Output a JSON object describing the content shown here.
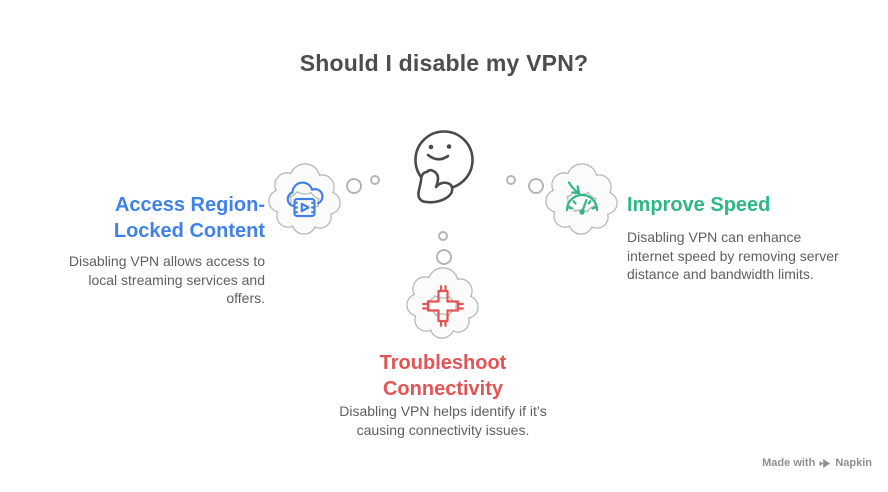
{
  "title": "Should I disable my VPN?",
  "center": {
    "icon": "thinking-face-icon"
  },
  "branches": [
    {
      "id": "access-region-locked-content",
      "heading": "Access Region-Locked Content",
      "body": "Disabling VPN allows access to local streaming services and offers.",
      "accent_color": "#4082e8",
      "icon": "cloud-video-icon"
    },
    {
      "id": "improve-speed",
      "heading": "Improve Speed",
      "body": "Disabling VPN can enhance internet speed by removing server distance and bandwidth limits.",
      "accent_color": "#2eb885",
      "icon": "speedometer-icon"
    },
    {
      "id": "troubleshoot-connectivity",
      "heading": "Troubleshoot Connectivity",
      "body": "Disabling VPN helps identify if it’s causing connectivity issues.",
      "accent_color": "#e35455",
      "icon": "network-cross-icon"
    }
  ],
  "watermark": {
    "prefix": "Made with",
    "brand": "Napkin"
  },
  "colors": {
    "title_text": "#4d4d4d",
    "body_text": "#5f5f5f",
    "bubble_outline": "#b5b5b5",
    "face_outline": "#4a4a4a",
    "watermark_text": "#8f8f8f"
  }
}
